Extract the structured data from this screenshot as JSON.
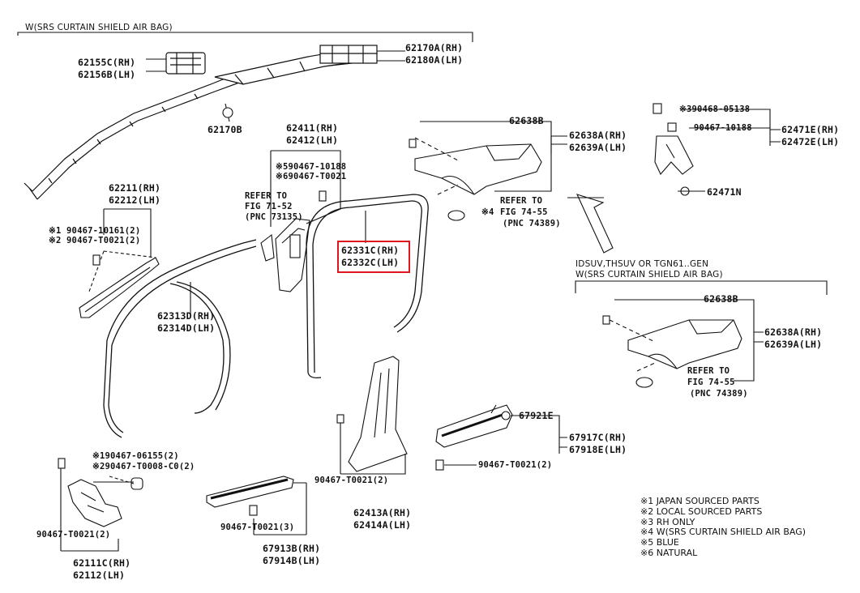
{
  "headers": {
    "top": "W(SRS CURTAIN SHIELD AIR BAG)",
    "right_line1": "IDSUV,THSUV OR TGN61..GEN",
    "right_line2": "W(SRS CURTAIN SHIELD AIR BAG)"
  },
  "parts": {
    "p62155c": "62155C(RH)",
    "p62156b": "62156B(LH)",
    "p62170a": "62170A(RH)",
    "p62180a": "62180A(LH)",
    "p62170b": "62170B",
    "p62411": "62411(RH)",
    "p62412": "62412(LH)",
    "n5_90467_10188": "※590467-10188",
    "n6_90467_t0021": "※690467-T0021",
    "refer_71_52_l1": "REFER TO",
    "refer_71_52_l2": "FIG 71-52",
    "refer_71_52_l3": "(PNC 73135)",
    "p62211": "62211(RH)",
    "p62212": "62212(LH)",
    "n1_90467_10161": "※1 90467-10161(2)",
    "n2_90467_t0021": "※2 90467-T0021(2)",
    "p62313d": "62313D(RH)",
    "p62314d": "62314D(LH)",
    "p62331c": "62331C(RH)",
    "p62332c": "62332C(LH)",
    "p62638b_top": "62638B",
    "p62638a_top": "62638A(RH)",
    "p62639a_top": "62639A(LH)",
    "refer_74_55_prefix": "※4",
    "refer_74_55_l1": "REFER TO",
    "refer_74_55_l2": "FIG 74-55",
    "refer_74_55_l3": "(PNC 74389)",
    "n3_390468_05138": "※390468-05138",
    "p90467_10188": "90467-10188",
    "p62471e": "62471E(RH)",
    "p62472e": "62472E(LH)",
    "p62471n": "62471N",
    "p62638b_low": "62638B",
    "p62638a_low": "62638A(RH)",
    "p62639a_low": "62639A(LH)",
    "refer_low_l1": "REFER TO",
    "refer_low_l2": "FIG 74-55",
    "refer_low_l3": "(PNC 74389)",
    "p67921e": "67921E",
    "p67917c": "67917C(RH)",
    "p67918e": "67918E(LH)",
    "p90467_t0021_2_right": "90467-T0021(2)",
    "n1_90467_06155": "※190467-06155(2)",
    "n2_90467_t0008": "※290467-T0008-C0(2)",
    "p90467_t0021_2_left": "90467-T0021(2)",
    "p62111c": "62111C(RH)",
    "p62112": "62112(LH)",
    "p90467_t0021_3": "90467-T0021(3)",
    "p67913b": "67913B(RH)",
    "p67914b": "67914B(LH)",
    "p90467_t0021_2_mid": "90467-T0021(2)",
    "p62413a": "62413A(RH)",
    "p62414a": "62414A(LH)"
  },
  "legend": [
    "※1 JAPAN SOURCED PARTS",
    "※2 LOCAL SOURCED PARTS",
    "※3 RH ONLY",
    "※4 W(SRS CURTAIN SHIELD AIR BAG)",
    "※5 BLUE",
    "※6 NATURAL"
  ],
  "colors": {
    "line": "#111111",
    "highlight": "#e0161e",
    "part_fill": "#ffffff",
    "part_shade": "#d9d9d9"
  }
}
